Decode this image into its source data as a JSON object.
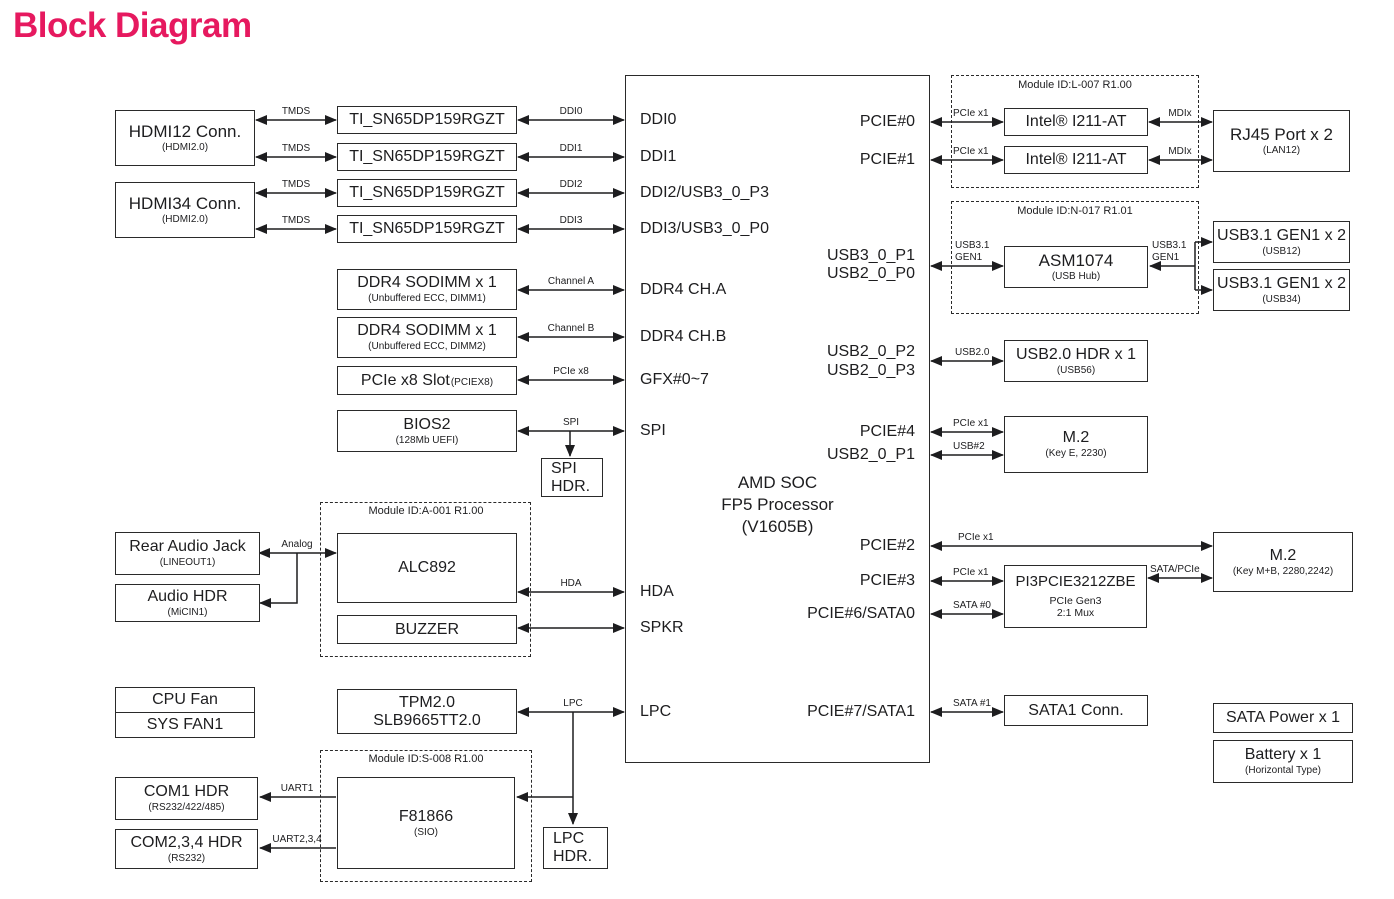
{
  "title": "Block Diagram",
  "colors": {
    "accent": "#E6195F",
    "ink": "#1D1D1F"
  },
  "soc": {
    "line1": "AMD SOC",
    "line2": "FP5 Processor",
    "line3": "(V1605B)",
    "left_ports": [
      "DDI0",
      "DDI1",
      "DDI2/USB3_0_P3",
      "DDI3/USB3_0_P0",
      "DDR4 CH.A",
      "DDR4 CH.B",
      "GFX#0~7",
      "SPI",
      "HDA",
      "SPKR",
      "LPC"
    ],
    "right_ports": [
      "PCIE#0",
      "PCIE#1",
      "USB3_0_P1",
      "USB2_0_P0",
      "USB2_0_P2",
      "USB2_0_P3",
      "PCIE#4",
      "USB2_0_P1",
      "PCIE#2",
      "PCIE#3",
      "PCIE#6/SATA0",
      "PCIE#7/SATA1"
    ]
  },
  "modules": {
    "a001": "Module ID:A-001 R1.00",
    "s008": "Module ID:S-008 R1.00",
    "l007": "Module ID:L-007 R1.00",
    "n017": "Module ID:N-017 R1.01"
  },
  "blocks": {
    "hdmi12": {
      "title": "HDMI12 Conn.",
      "sub": "(HDMI2.0)"
    },
    "hdmi34": {
      "title": "HDMI34 Conn.",
      "sub": "(HDMI2.0)"
    },
    "ti": {
      "title": "TI_SN65DP159RGZT"
    },
    "dimm1": {
      "title": "DDR4 SODIMM x 1",
      "sub": "(Unbuffered ECC, DIMM1)"
    },
    "dimm2": {
      "title": "DDR4 SODIMM x 1",
      "sub": "(Unbuffered ECC, DIMM2)"
    },
    "pcie_slot": {
      "title": "PCIe x8 Slot",
      "sub": "(PCIEX8)"
    },
    "bios2": {
      "title": "BIOS2",
      "sub": "(128Mb UEFI)"
    },
    "spi_hdr": {
      "line1": "SPI",
      "line2": "HDR."
    },
    "rear_audio": {
      "title": "Rear Audio Jack",
      "sub": "(LINEOUT1)"
    },
    "audio_hdr": {
      "title": "Audio HDR",
      "sub": "(MiCIN1)"
    },
    "alc892": {
      "title": "ALC892"
    },
    "buzzer": {
      "title": "BUZZER"
    },
    "cpu_fan": {
      "title": "CPU Fan"
    },
    "sys_fan": {
      "title": "SYS FAN1"
    },
    "com1": {
      "title": "COM1 HDR",
      "sub": "(RS232/422/485)"
    },
    "com234": {
      "title": "COM2,3,4 HDR",
      "sub": "(RS232)"
    },
    "tpm": {
      "line1": "TPM2.0",
      "line2": "SLB9665TT2.0"
    },
    "f81866": {
      "title": "F81866",
      "sub": "(SIO)"
    },
    "lpc_hdr": {
      "line1": "LPC",
      "line2": "HDR."
    },
    "intel": {
      "title": "Intel® I211-AT"
    },
    "rj45": {
      "title": "RJ45 Port x 2",
      "sub": "(LAN12)"
    },
    "asm1074": {
      "title": "ASM1074",
      "sub": "(USB Hub)"
    },
    "usb12": {
      "title": "USB3.1 GEN1 x 2",
      "sub": "(USB12)"
    },
    "usb34": {
      "title": "USB3.1 GEN1 x 2",
      "sub": "(USB34)"
    },
    "usb2hdr": {
      "title": "USB2.0 HDR x 1",
      "sub": "(USB56)"
    },
    "m2e": {
      "title": "M.2",
      "sub": "(Key E, 2230)"
    },
    "m2mb": {
      "title": "M.2",
      "sub": "(Key M+B, 2280,2242)"
    },
    "pi3": {
      "title": "PI3PCIE3212ZBE",
      "sub1": "PCIe Gen3",
      "sub2": "2:1 Mux"
    },
    "sata1": {
      "title": "SATA1 Conn."
    },
    "sata_power": {
      "title": "SATA Power x 1"
    },
    "battery": {
      "title": "Battery x 1",
      "sub": "(Horizontal Type)"
    }
  },
  "bus": {
    "tmds": "TMDS",
    "ddi": [
      "DDI0",
      "DDI1",
      "DDI2",
      "DDI3"
    ],
    "channel_a": "Channel A",
    "channel_b": "Channel B",
    "pcie_x8": "PCIe x8",
    "spi": "SPI",
    "analog": "Analog",
    "hda": "HDA",
    "lpc": "LPC",
    "uart1": "UART1",
    "uart234": "UART2,3,4",
    "pcie_x1": "PCIe x1",
    "mdix": "MDIx",
    "usb31_line1": "USB3.1",
    "usb31_line2": "GEN1",
    "usb20": "USB2.0",
    "usb_num2": "USB#2",
    "sata0": "SATA #0",
    "sata_pcie": "SATA/PCIe",
    "sata1": "SATA #1"
  }
}
